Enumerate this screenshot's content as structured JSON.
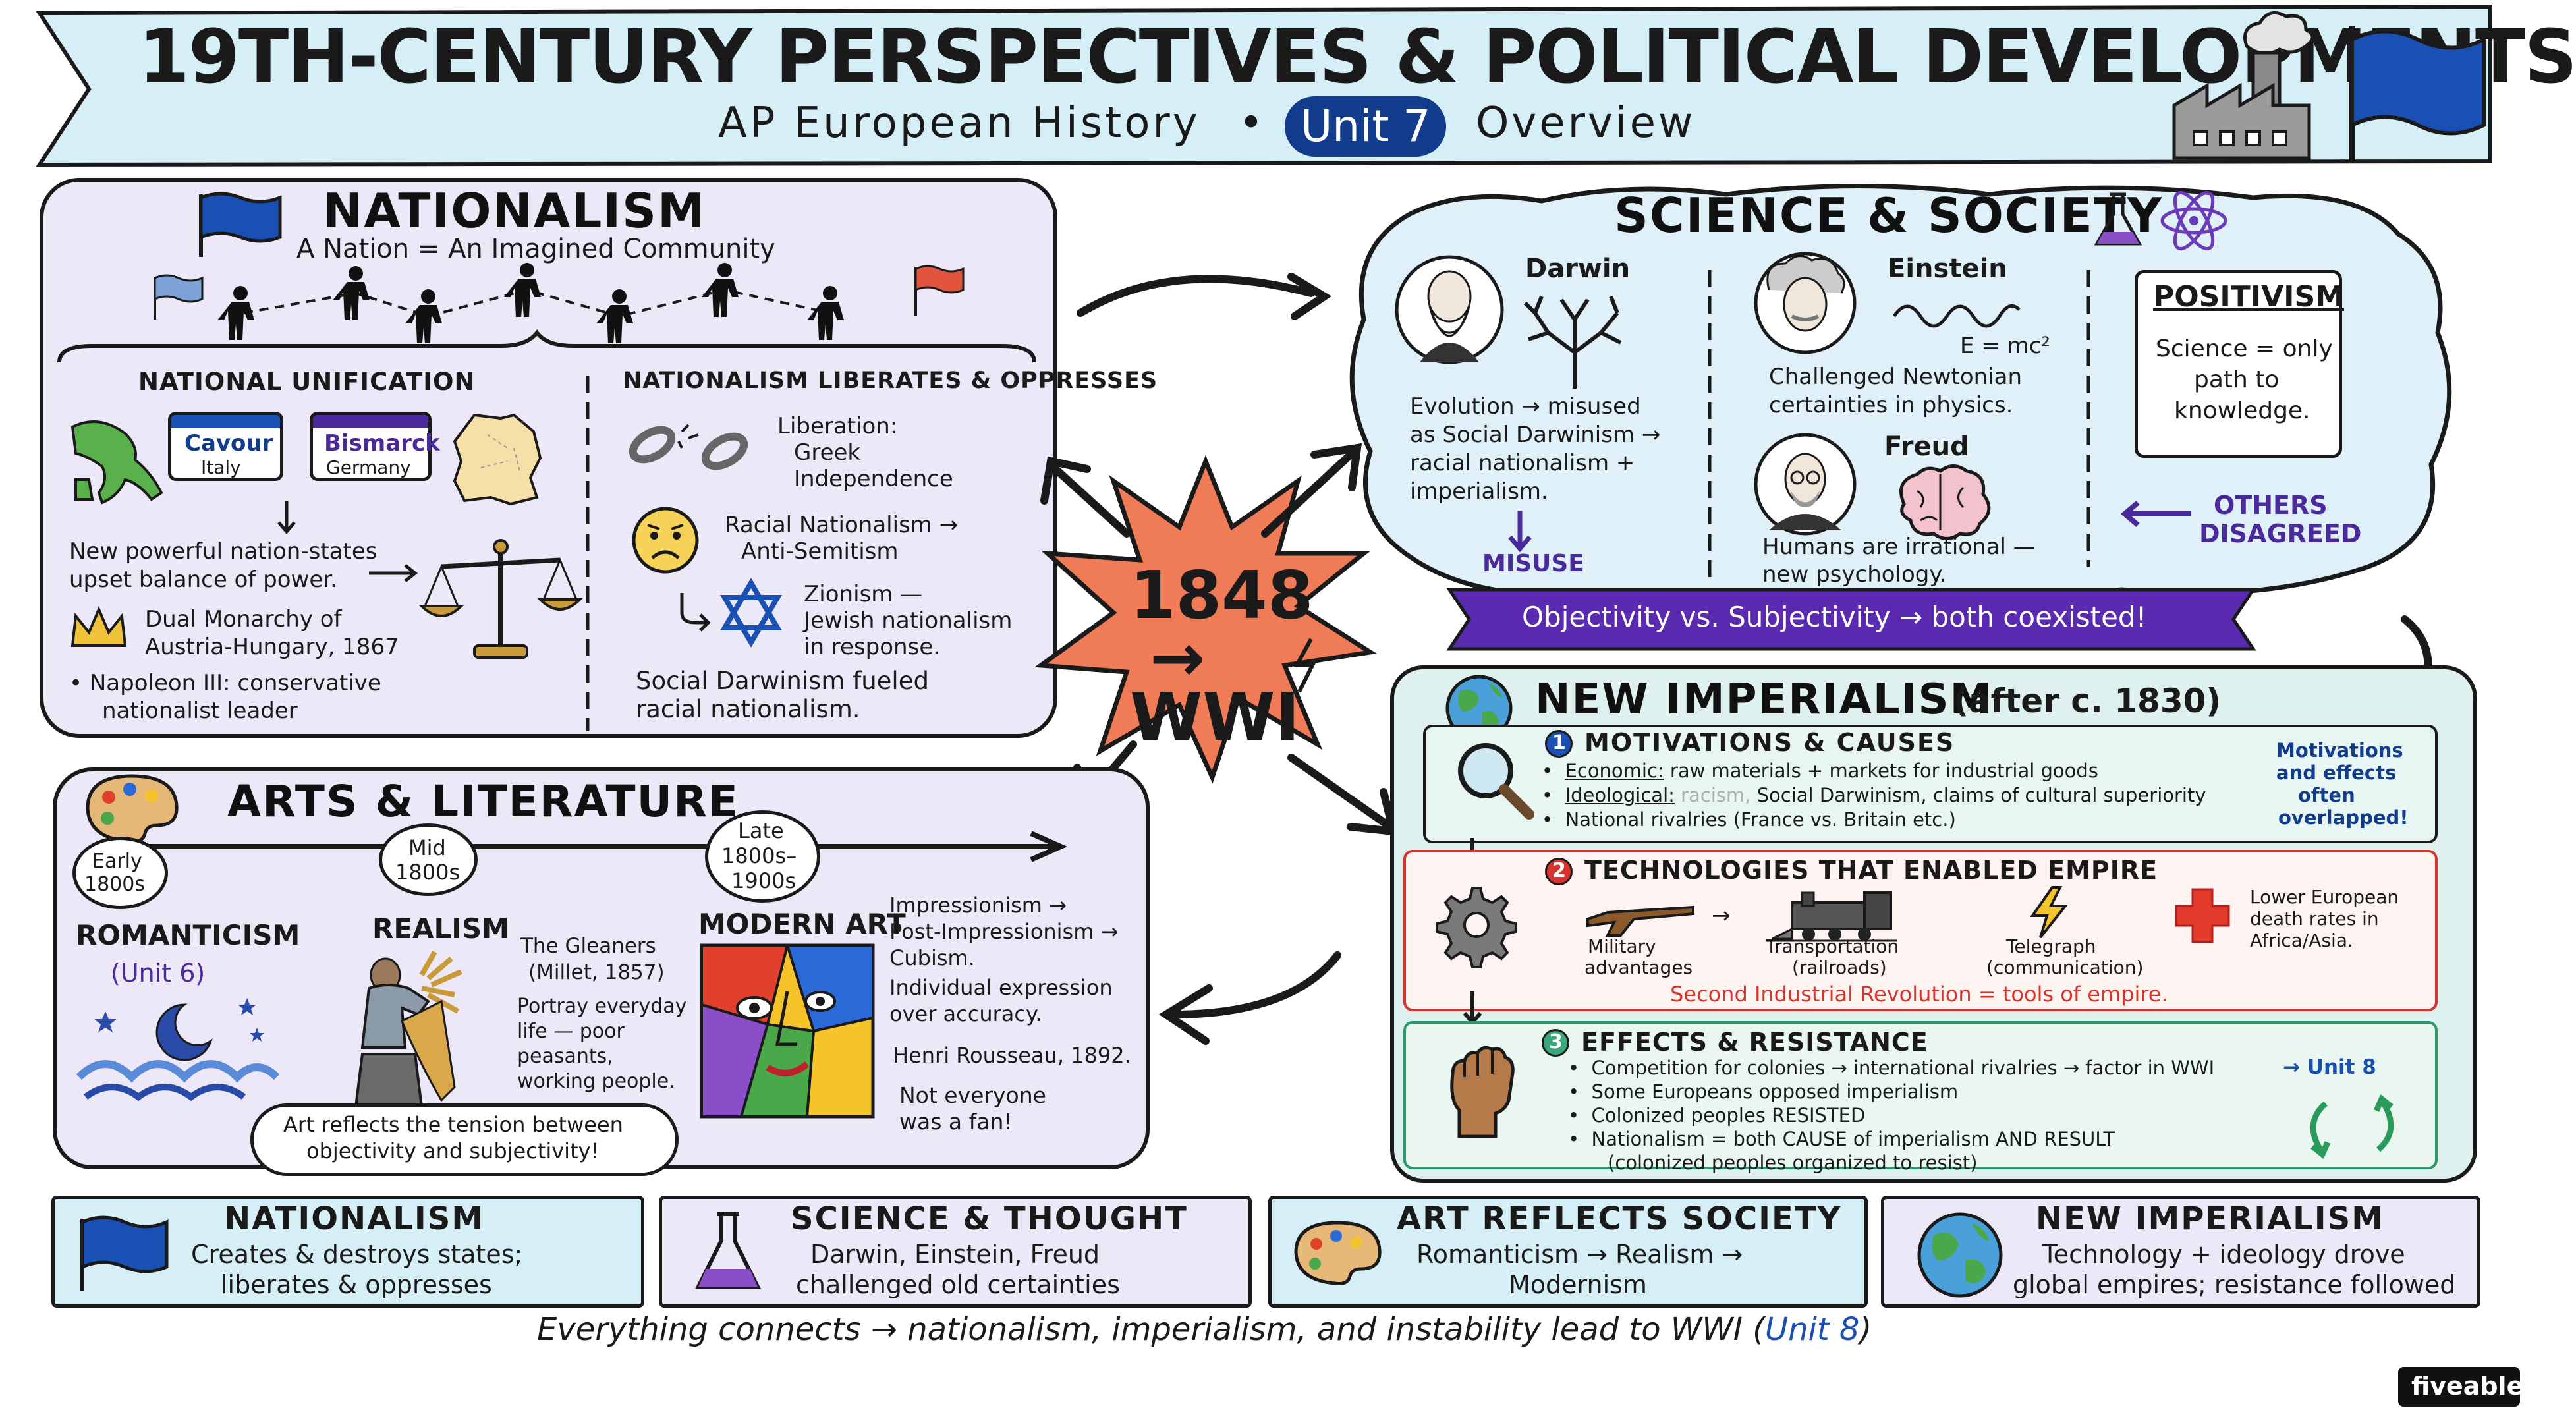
{
  "header": {
    "title": "19TH-CENTURY PERSPECTIVES & POLITICAL DEVELOPMENTS",
    "subtitle_left": "AP European History",
    "bullet": "•",
    "unit_badge": "Unit 7",
    "subtitle_right": "Overview"
  },
  "nationalism": {
    "title": "NATIONALISM",
    "tagline": "A Nation = An Imagined Community",
    "unification": {
      "heading": "NATIONAL UNIFICATION",
      "cavour_name": "Cavour",
      "cavour_country": "Italy",
      "bismarck_name": "Bismarck",
      "bismarck_country": "Germany",
      "balance_line1": "New powerful nation-states",
      "balance_line2": "upset balance of power.",
      "dual_line1": "Dual Monarchy of",
      "dual_line2": "Austria-Hungary, 1867",
      "napoleon_line1": "•  Napoleon III: conservative",
      "napoleon_line2": "nationalist leader"
    },
    "liberates": {
      "heading": "NATIONALISM LIBERATES & OPPRESSES",
      "lib_line1": "Liberation:",
      "lib_line2": "Greek",
      "lib_line3": "Independence",
      "racial_line1": "Racial Nationalism →",
      "racial_line2": "Anti-Semitism",
      "zion_line1": "Zionism —",
      "zion_line2": "Jewish nationalism",
      "zion_line3": "in response.",
      "social_line1": "Social Darwinism fueled",
      "social_line2": "racial nationalism."
    }
  },
  "center": {
    "year": "1848",
    "arrow": "→",
    "event": "WWI"
  },
  "science": {
    "title": "SCIENCE & SOCIETY",
    "darwin": {
      "name": "Darwin",
      "line1": "Evolution → misused",
      "line2": "as Social Darwinism →",
      "line3": "racial nationalism +",
      "line4": "imperialism.",
      "misuse": "MISUSE"
    },
    "einstein": {
      "name": "Einstein",
      "formula": "E = mc²",
      "line1": "Challenged Newtonian",
      "line2": "certainties in physics."
    },
    "freud": {
      "name": "Freud",
      "line1": "Humans are irrational —",
      "line2": "new psychology."
    },
    "positivism": {
      "title": "POSITIVISM",
      "line1": "Science = only",
      "line2": "path to",
      "line3": "knowledge."
    },
    "others_line1": "OTHERS",
    "others_line2": "DISAGREED",
    "banner": "Objectivity vs. Subjectivity → both coexisted!"
  },
  "imperialism": {
    "title": "NEW IMPERIALISM",
    "title_note": "(after c. 1830)",
    "motivations": {
      "num": "1",
      "heading": "MOTIVATIONS & CAUSES",
      "b1_label": "Economic:",
      "b1_text": "raw materials + markets for industrial goods",
      "b2_label": "Ideological:",
      "b2_faint": "racism,",
      "b2_text": "Social Darwinism, claims of cultural superiority",
      "b3_text": "National rivalries (France vs. Britain etc.)",
      "note_line1": "Motivations",
      "note_line2": "and effects",
      "note_line3": "often",
      "note_line4": "overlapped!"
    },
    "technologies": {
      "num": "2",
      "heading": "TECHNOLOGIES THAT ENABLED EMPIRE",
      "military_line1": "Military",
      "military_line2": "advantages",
      "transport_line1": "Transportation",
      "transport_line2": "(railroads)",
      "telegraph_line1": "Telegraph",
      "telegraph_line2": "(communication)",
      "medical_line1": "Lower European",
      "medical_line2": "death rates in",
      "medical_line3": "Africa/Asia.",
      "footer": "Second Industrial Revolution = tools of empire."
    },
    "effects": {
      "num": "3",
      "heading": "EFFECTS & RESISTANCE",
      "b1": "Competition for colonies → international rivalries → factor in WWI",
      "b1_unit": "→ Unit 8",
      "b2": "Some Europeans opposed imperialism",
      "b3": "Colonized peoples RESISTED",
      "b4": "Nationalism = both CAUSE of imperialism AND RESULT",
      "b4_cont": "(colonized peoples organized to resist)"
    }
  },
  "arts": {
    "title": "ARTS & LITERATURE",
    "timeline": {
      "early_line1": "Early",
      "early_line2": "1800s",
      "mid_line1": "Mid",
      "mid_line2": "1800s",
      "late_line1": "Late",
      "late_line2": "1800s–",
      "late_line3": "1900s"
    },
    "romanticism": "ROMANTICISM",
    "romanticism_unit": "(Unit 6)",
    "realism": "REALISM",
    "gleaners_line1": "The Gleaners",
    "gleaners_line2": "(Millet, 1857)",
    "realism_desc1": "Portray everyday",
    "realism_desc2": "life — poor",
    "realism_desc3": "peasants,",
    "realism_desc4": "working people.",
    "modern": "MODERN ART",
    "modern_line1": "Impressionism →",
    "modern_line2": "Post-Impressionism →",
    "modern_line3": "Cubism.",
    "modern_line4": "Individual expression",
    "modern_line5": "over accuracy.",
    "rousseau": "Henri Rousseau, 1892.",
    "fan_line1": "Not everyone",
    "fan_line2": "was a fan!",
    "tension_line1": "Art reflects the tension between",
    "tension_line2": "objectivity and subjectivity!"
  },
  "summary": [
    {
      "title": "NATIONALISM",
      "line1": "Creates & destroys states;",
      "line2": "liberates & oppresses"
    },
    {
      "title": "SCIENCE & THOUGHT",
      "line1": "Darwin, Einstein, Freud",
      "line2": "challenged old certainties"
    },
    {
      "title": "ART REFLECTS SOCIETY",
      "line1": "Romanticism → Realism →",
      "line2": "Modernism"
    },
    {
      "title": "NEW IMPERIALISM",
      "line1": "Technology + ideology drove",
      "line2": "global empires; resistance followed"
    }
  ],
  "footer": {
    "text": "Everything connects → nationalism, imperialism, and instability lead to WWI (",
    "unit": "Unit 8",
    "close": ")"
  },
  "brand": "fiveable",
  "colors": {
    "header_bg": "#d6eef6",
    "nationalism_bg": "#ece8f7",
    "science_bg": "#dff0f8",
    "imperialism_bg": "#def1ee",
    "arts_bg": "#ece8f7",
    "accent_blue": "#123c8c",
    "accent_purple": "#4a2a9a",
    "burst": "#ef7b57",
    "red": "#d8332c"
  },
  "icons": [
    "flag-icon",
    "factory-icon",
    "person-icon",
    "italy-map-icon",
    "germany-map-icon",
    "scales-icon",
    "crown-icon",
    "broken-chain-icon",
    "worried-face-icon",
    "star-of-david-icon",
    "flask-icon",
    "atom-icon",
    "darwin-portrait-icon",
    "tree-icon",
    "einstein-portrait-icon",
    "wave-icon",
    "freud-portrait-icon",
    "brain-icon",
    "globe-icon",
    "magnifier-icon",
    "gear-icon",
    "rifle-icon",
    "train-icon",
    "lightning-icon",
    "red-cross-icon",
    "fist-icon",
    "cycle-arrows-icon",
    "palette-icon",
    "moon-waves-icon",
    "gleaner-icon",
    "cubist-face-icon"
  ]
}
